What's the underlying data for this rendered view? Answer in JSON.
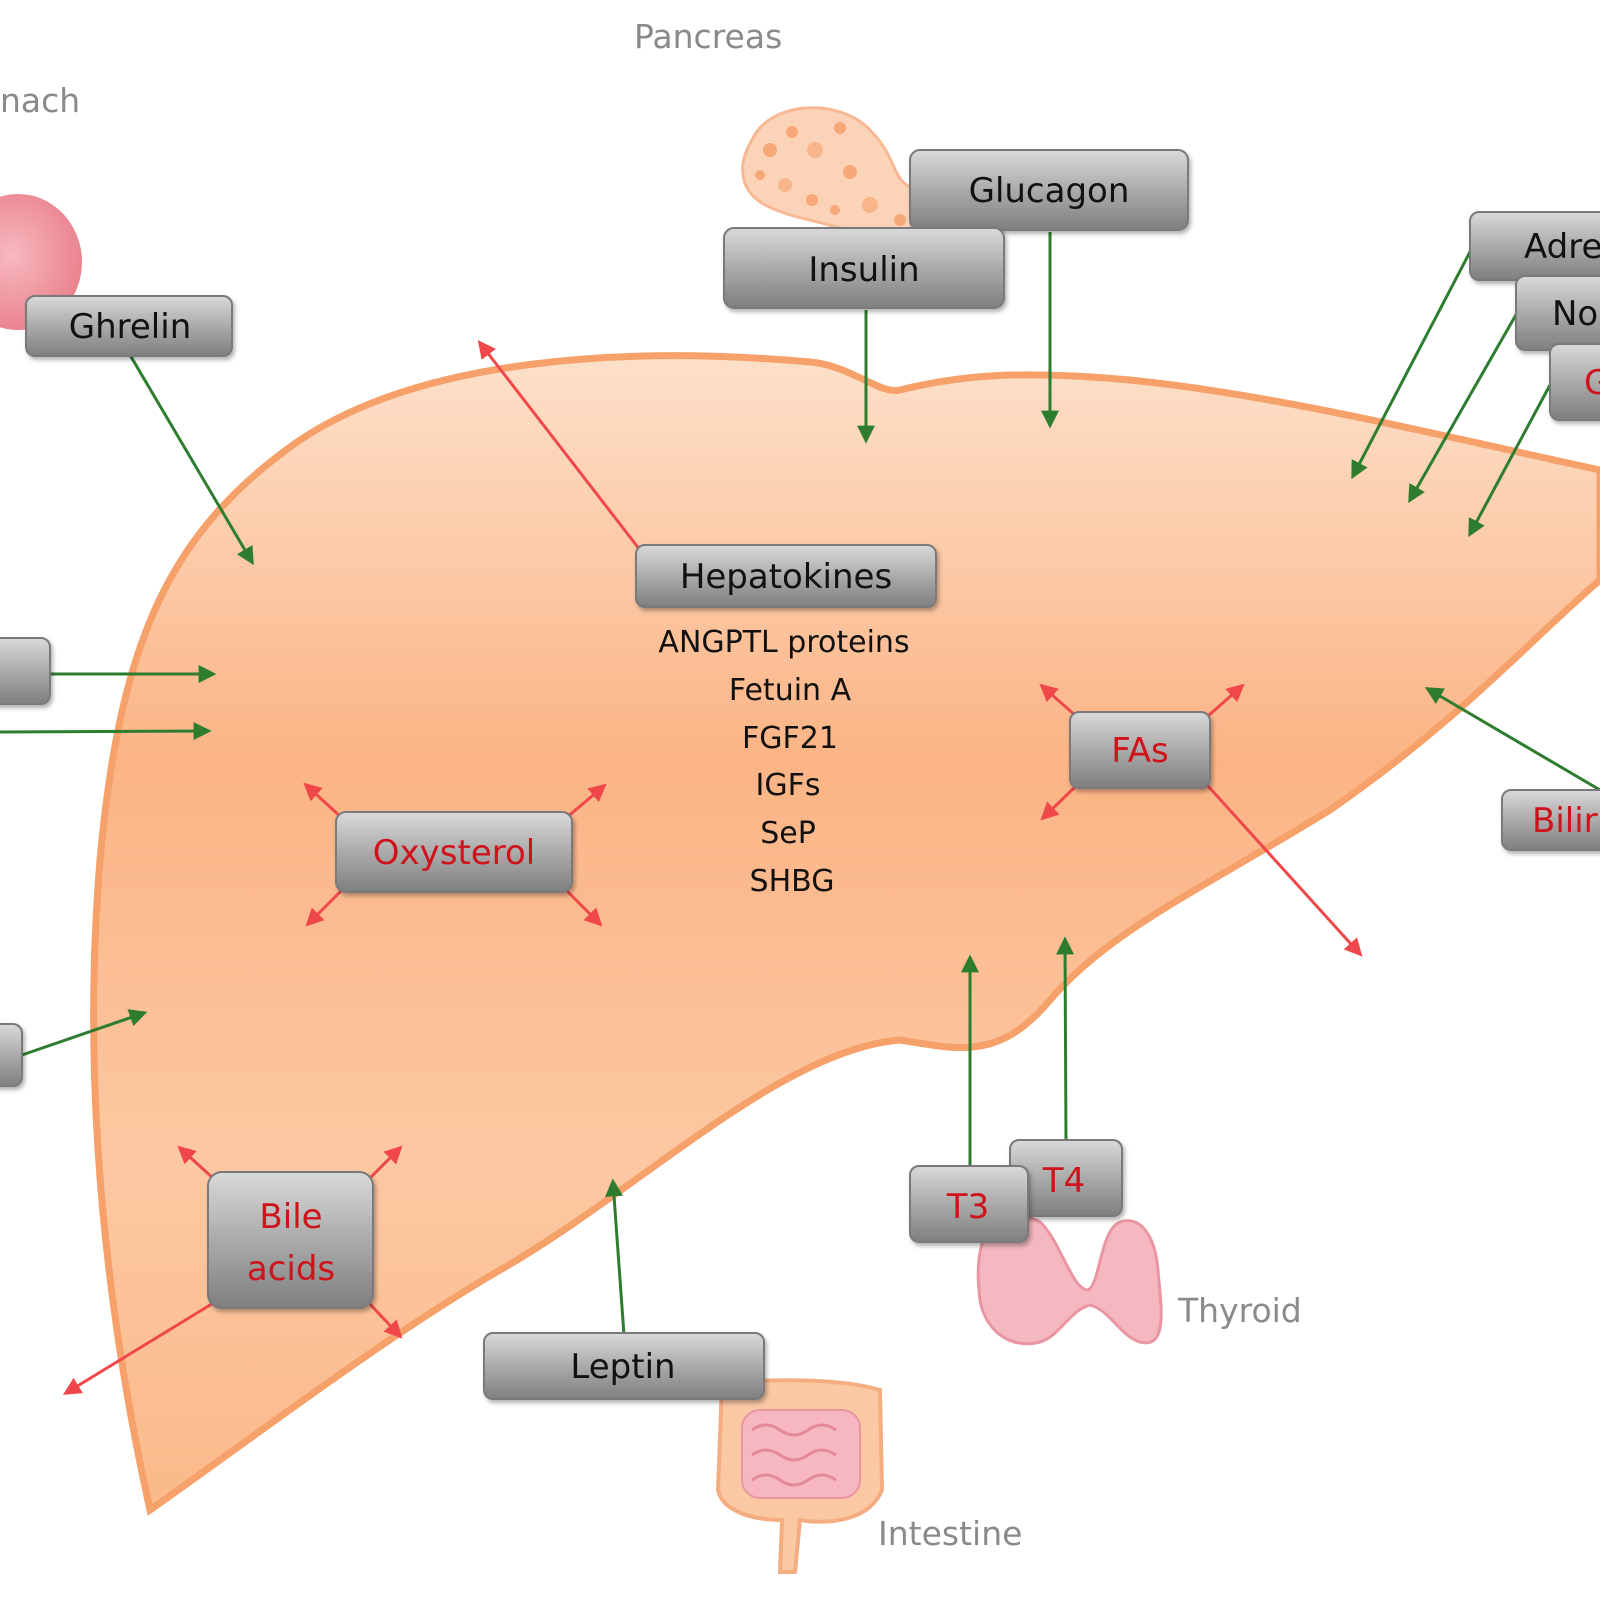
{
  "organs": {
    "pancreas": "Pancreas",
    "stomach": "nach",
    "thyroid": "Thyroid",
    "intestine": "Intestine"
  },
  "boxes": {
    "glucagon": "Glucagon",
    "insulin": "Insulin",
    "ghrelin": "Ghrelin",
    "hepatokines": "Hepatokines",
    "oxysterol": "Oxysterol",
    "fas": "FAs",
    "bile_line1": "Bile",
    "bile_line2": "acids",
    "leptin": "Leptin",
    "t3": "T3",
    "t4": "T4",
    "adre": "Adre",
    "no": "No",
    "g": "G",
    "bilir": "Bilir"
  },
  "hepatokines_list": [
    "ANGPTL proteins",
    "Fetuin A",
    "FGF21",
    "IGFs",
    "SeP",
    "SHBG"
  ],
  "colors": {
    "liver_fill": "#fbb788",
    "liver_stroke": "#f6a06a",
    "inflow_arrow": "#2e7d2e",
    "outflow_arrow": "#f0484a",
    "red_label": "#d0121b"
  }
}
